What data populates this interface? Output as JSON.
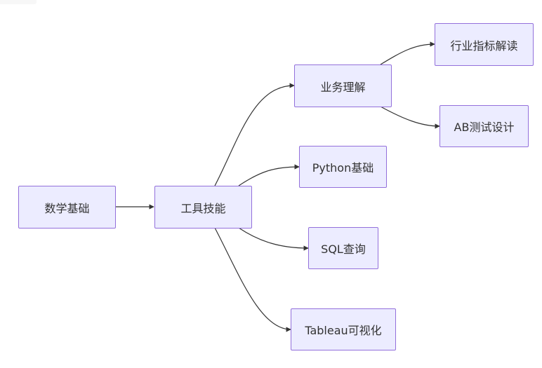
{
  "diagram": {
    "type": "flowchart",
    "direction": "LR",
    "colors": {
      "node_fill": "#ececff",
      "node_border": "#9370db",
      "edge": "#333333",
      "text": "#333333"
    },
    "nodes": {
      "math": "数学基础",
      "tools": "工具技能",
      "business": "业务理解",
      "python": "Python基础",
      "sql": "SQL查询",
      "tableau": "Tableau可视化",
      "metrics": "行业指标解读",
      "abtest": "AB测试设计"
    },
    "edges": [
      {
        "from": "math",
        "to": "tools"
      },
      {
        "from": "tools",
        "to": "business"
      },
      {
        "from": "tools",
        "to": "python"
      },
      {
        "from": "tools",
        "to": "sql"
      },
      {
        "from": "tools",
        "to": "tableau"
      },
      {
        "from": "business",
        "to": "metrics"
      },
      {
        "from": "business",
        "to": "abtest"
      }
    ]
  }
}
